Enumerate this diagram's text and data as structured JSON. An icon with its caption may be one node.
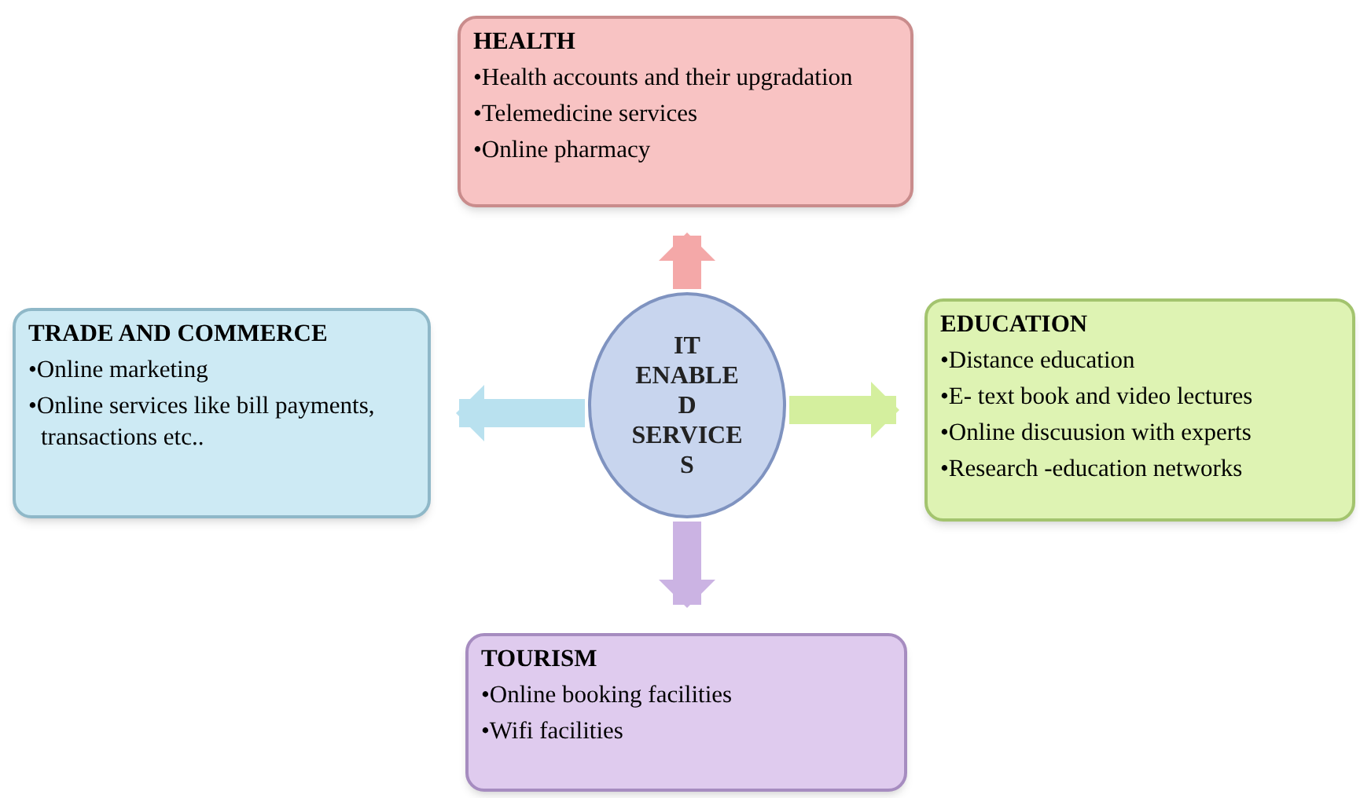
{
  "diagram": {
    "nodes": [
      {
        "text": [
          "IT ENABLE D SERVICE S"
        ]
      },
      {
        "text": [
          "HEALTH",
          "•Health accounts and their upgradation",
          "•Telemedicine services",
          "•Online pharmacy"
        ]
      },
      {
        "text": [
          "TRADE AND COMMERCE",
          "•Online marketing",
          "•Online services like bill payments, transactions etc.."
        ]
      },
      {
        "text": [
          "EDUCATION",
          "•Distance education",
          "•E- text book and video lectures",
          "•Online discuusion with experts",
          "•Research -education networks"
        ]
      },
      {
        "text": [
          "TOURISM",
          "•Online booking facilities",
          "•Wifi facilities"
        ]
      }
    ],
    "edges": [
      {
        "from": 0,
        "to": 1,
        "arrow": "to",
        "color": "#f4a8a8"
      },
      {
        "from": 0,
        "to": 2,
        "arrow": "to",
        "color": "#b9e1ef"
      },
      {
        "from": 0,
        "to": 3,
        "arrow": "to",
        "color": "#d4ef9e"
      },
      {
        "from": 0,
        "to": 4,
        "arrow": "to",
        "color": "#cbb3e3"
      }
    ]
  }
}
